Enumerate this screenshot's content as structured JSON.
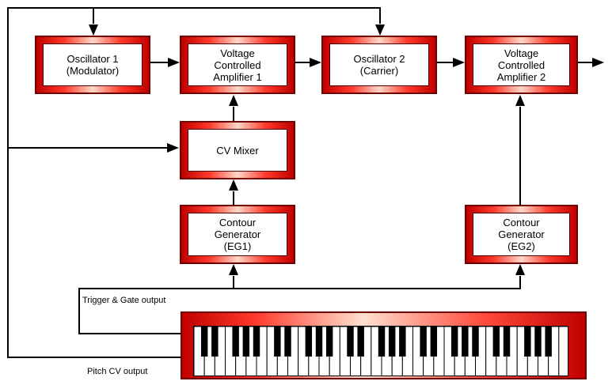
{
  "blocks": {
    "osc1": [
      "Oscillator 1",
      "(Modulator)"
    ],
    "vca1": [
      "Voltage",
      "Controlled",
      "Amplifier 1"
    ],
    "osc2": [
      "Oscillator 2",
      "(Carrier)"
    ],
    "vca2": [
      "Voltage",
      "Controlled",
      "Amplifier 2"
    ],
    "cv_mixer": [
      "CV Mixer"
    ],
    "eg1": [
      "Contour",
      "Generator",
      "(EG1)"
    ],
    "eg2": [
      "Contour",
      "Generator",
      "(EG2)"
    ]
  },
  "labels": {
    "trigger_gate": "Trigger & Gate output",
    "pitch_cv": "Pitch CV  output"
  },
  "keyboard": {
    "white_keys": 36
  },
  "colors": {
    "frame_dark": "#c00000",
    "frame_light": "#ffd7c8",
    "wire": "#000000"
  }
}
